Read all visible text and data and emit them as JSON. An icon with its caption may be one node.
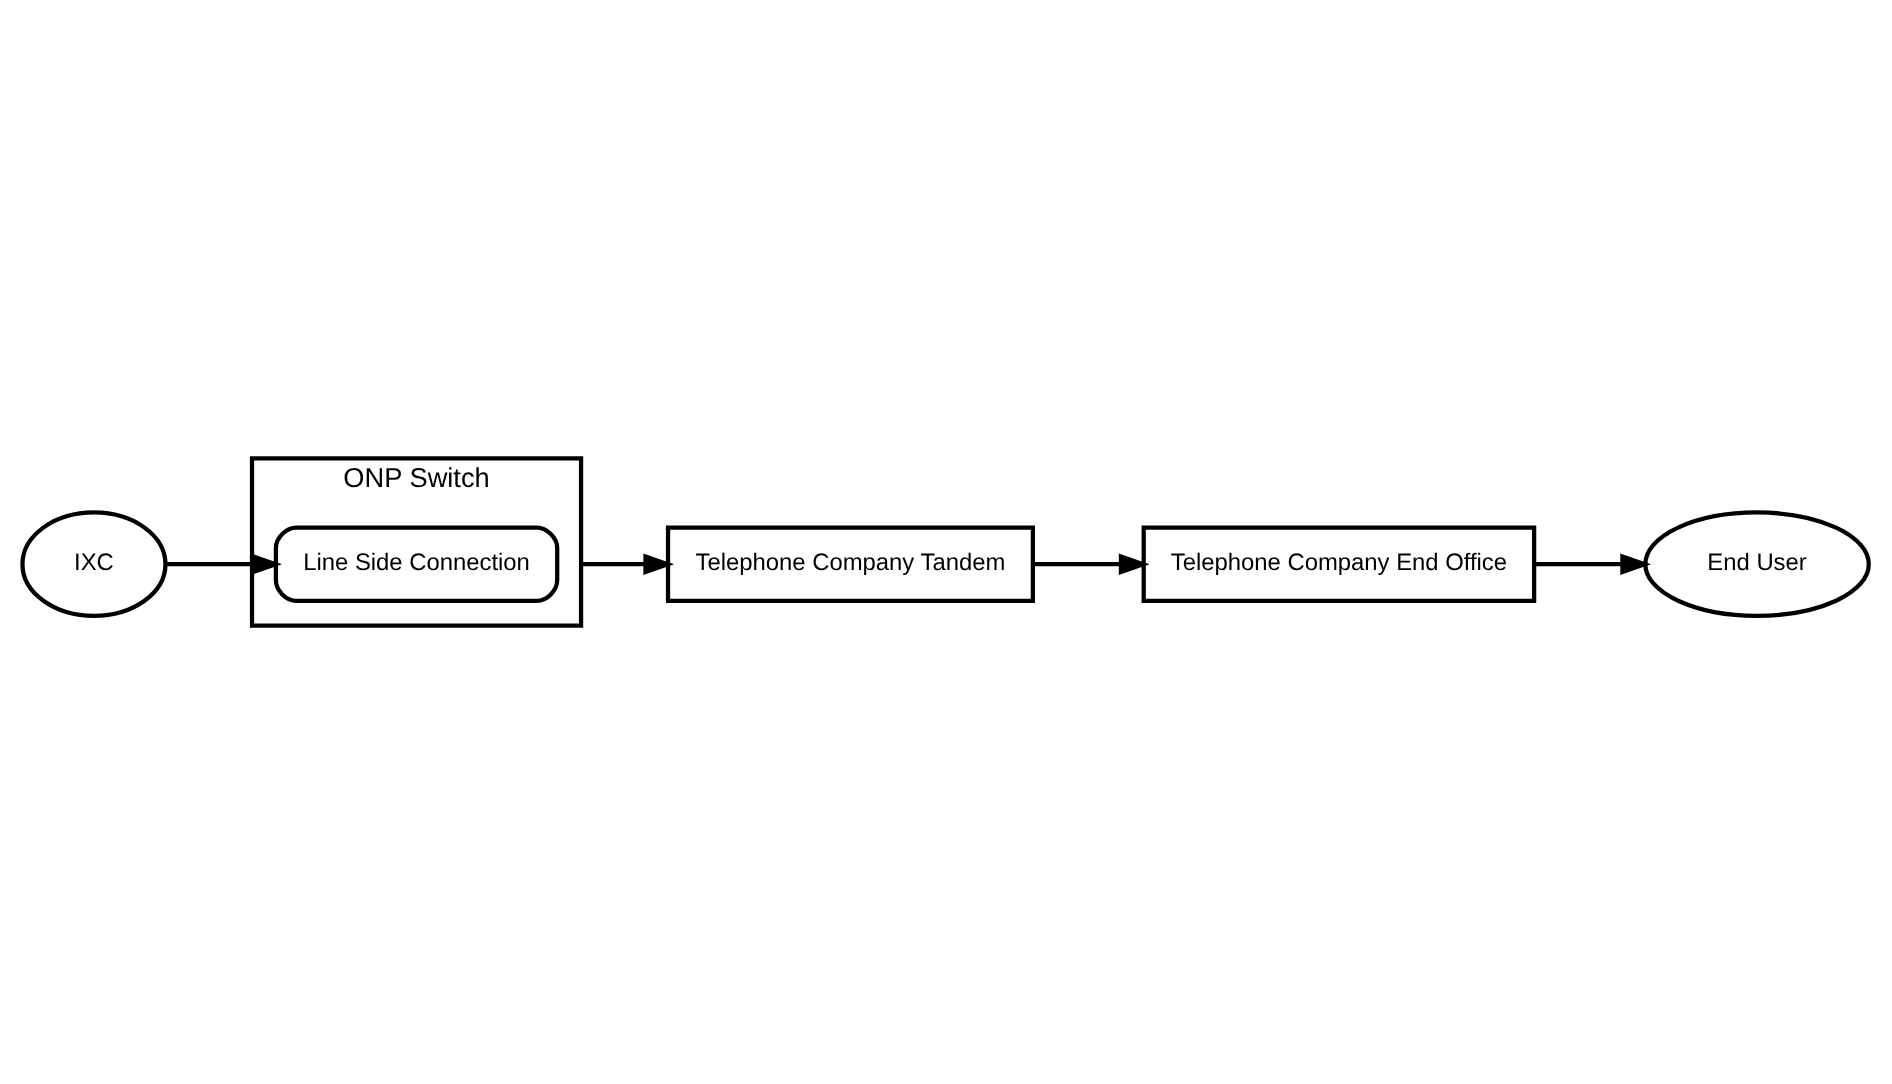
{
  "diagram": {
    "nodes": [
      {
        "text": [
          "ONP Switch"
        ]
      },
      {
        "text": [
          "Line Side Connection"
        ],
        "in": 0
      },
      {
        "text": [
          "Telephone Company Tandem"
        ]
      },
      {
        "text": [
          "Telephone Company End Office"
        ]
      },
      {
        "text": [
          "IXC"
        ]
      },
      {
        "text": [
          "End User"
        ]
      }
    ],
    "edges": [
      {
        "from": 4,
        "to": 1,
        "arrow": "to"
      },
      {
        "from": 0,
        "to": 2,
        "arrow": "to"
      },
      {
        "from": 2,
        "to": 3,
        "arrow": "to"
      },
      {
        "from": 3,
        "to": 5,
        "arrow": "to"
      }
    ]
  }
}
